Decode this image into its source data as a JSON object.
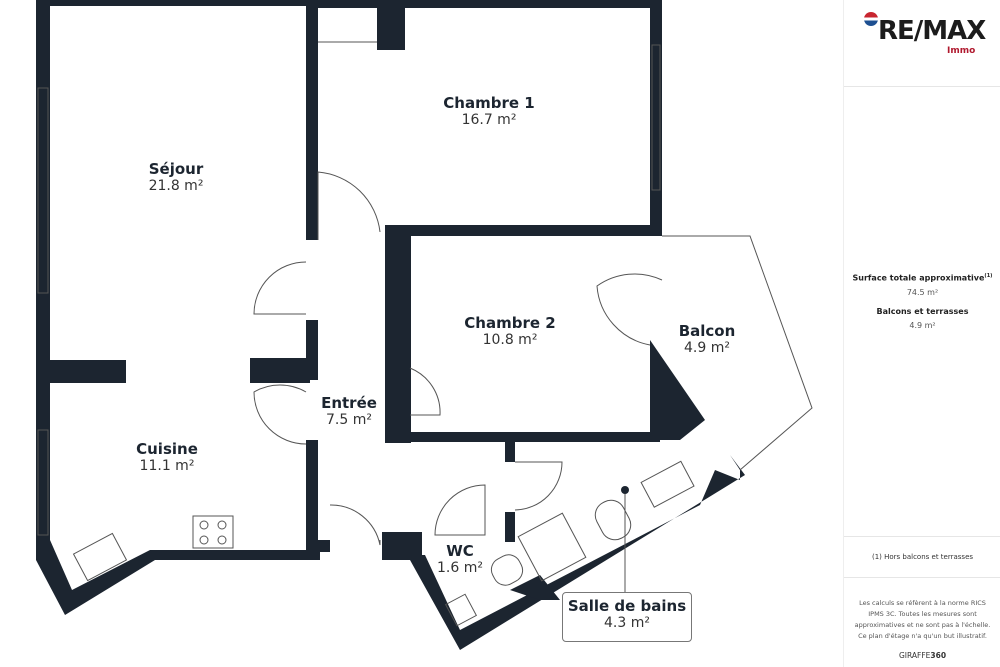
{
  "rooms": {
    "sejour": {
      "name": "Séjour",
      "area": "21.8 m²"
    },
    "chambre1": {
      "name": "Chambre 1",
      "area": "16.7 m²"
    },
    "chambre2": {
      "name": "Chambre 2",
      "area": "10.8 m²"
    },
    "balcon": {
      "name": "Balcon",
      "area": "4.9 m²"
    },
    "entree": {
      "name": "Entrée",
      "area": "7.5 m²"
    },
    "cuisine": {
      "name": "Cuisine",
      "area": "11.1 m²"
    },
    "wc": {
      "name": "WC",
      "area": "1.6 m²"
    },
    "salle_de_bains": {
      "name": "Salle de bains",
      "area": "4.3 m²"
    }
  },
  "panel": {
    "logo": "RE/MAX",
    "logo_sub": "Immo",
    "total_label": "Surface totale approximative",
    "total_sup": "(1)",
    "total_value": "74.5 m²",
    "balcony_label": "Balcons et terrasses",
    "balcony_value": "4.9 m²",
    "footnote": "(1) Hors balcons et terrasses",
    "disclaimer": "Les calculs se réfèrent à la norme RICS IPMS 3C. Toutes les mesures sont approximatives et ne sont pas à l'échelle. Ce plan d'étage n'a qu'un but illustratif.",
    "brand_a": "GIRAFFE",
    "brand_b": "360"
  },
  "colors": {
    "wall": "#1c2530",
    "remax_red": "#b0192e",
    "remax_blue": "#1d4f91"
  }
}
